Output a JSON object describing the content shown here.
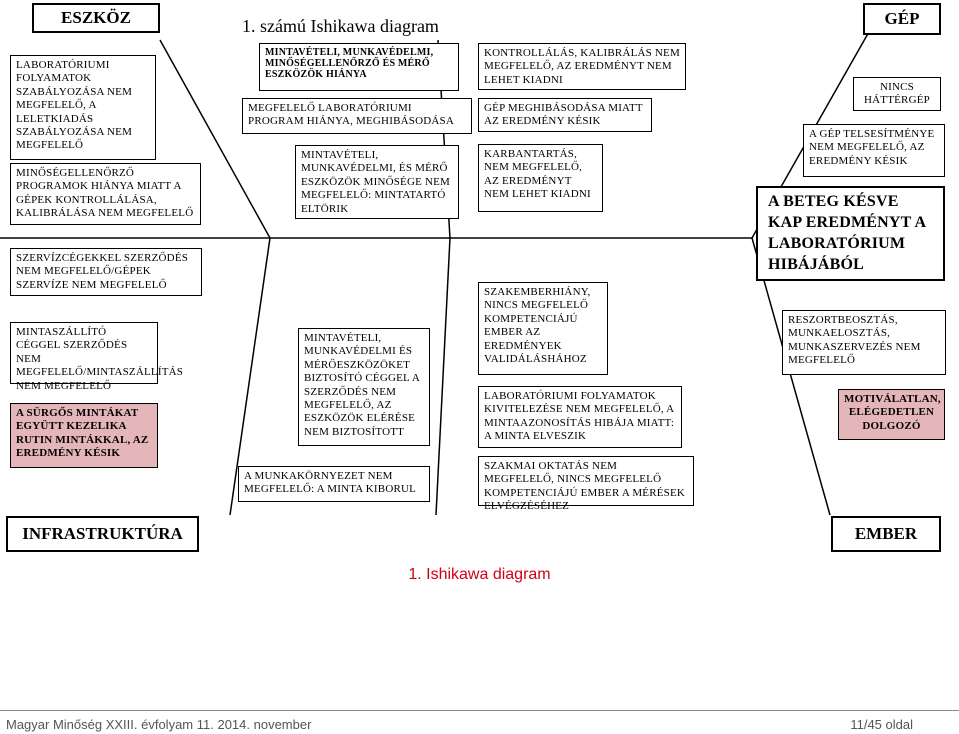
{
  "diagram": {
    "title": "1. számú Ishikawa diagram",
    "caption": "1. Ishikawa diagram",
    "categories": {
      "eszkoz": "ESZKÖZ",
      "gep": "GÉP",
      "infrastruktura": "INFRASTRUKTÚRA",
      "ember": "EMBER"
    },
    "effect": "A BETEG KÉSVE KAP EREDMÉNYT A LABORATÓRIUM HIBÁJÁBÓL",
    "causes": {
      "c1": "LABORATÓRIUMI FOLYAMATOK SZABÁLYOZÁSA NEM MEGFELELŐ, A LELETKIADÁS SZABÁLYOZÁSA NEM MEGFELELŐ",
      "c2": "MINŐSÉGELLENŐRZŐ PROGRAMOK HIÁNYA MIATT A GÉPEK KONTROLLÁLÁSA, KALIBRÁLÁSA NEM MEGFELELŐ",
      "c3": "SZERVÍZCÉGEKKEL SZERZŐDÉS NEM MEGFELELŐ/GÉPEK SZERVÍZE NEM MEGFELELŐ",
      "c4": "MINTASZÁLLÍTÓ CÉGGEL SZERZŐDÉS NEM MEGFELELŐ/MINTASZÁLLÍTÁS NEM MEGFELELŐ",
      "c5": "A SÜRGŐS MINTÁKAT EGYÜTT KEZELIKA RUTIN MINTÁKKAL, AZ EREDMÉNY KÉSIK",
      "c6": "MINTAVÉTELI, MUNKAVÉDELMI, MINŐSÉGELLENŐRZŐ ÉS MÉRŐ ESZKÖZÖK HIÁNYA",
      "c7": "MEGFELELŐ LABORATÓRIUMI PROGRAM HIÁNYA, MEGHIBÁSODÁSA",
      "c8": "MINTAVÉTELI, MUNKAVÉDELMI, ÉS MÉRŐ ESZKÖZÖK MINŐSÉGE NEM MEGFELELŐ: MINTATARTÓ ELTÖRIK",
      "c9": "MINTAVÉTELI, MUNKAVÉDELMI ÉS MÉRŐESZKÖZÖKET BIZTOSÍTÓ CÉGGEL A SZERZŐDÉS NEM MEGFELELŐ, AZ ESZKÖZÖK ELÉRÉSE NEM BIZTOSÍTOTT",
      "c10": "A MUNKAKÖRNYEZET NEM MEGFELELŐ: A MINTA KIBORUL",
      "c11": "KONTROLLÁLÁS, KALIBRÁLÁS NEM MEGFELELŐ, AZ EREDMÉNYT NEM LEHET KIADNI",
      "c12": "GÉP MEGHIBÁSODÁSA MIATT AZ EREDMÉNY KÉSIK",
      "c13": "KARBANTARTÁS, NEM MEGFELELŐ, AZ EREDMÉNYT NEM LEHET KIADNI",
      "c14": "SZAKEMBERHIÁNY, NINCS MEGFELELŐ KOMPETENCIÁJÚ EMBER AZ EREDMÉNYEK VALIDÁLÁSHÁHOZ",
      "c15": "LABORATÓRIUMI FOLYAMATOK KIVITELEZÉSE NEM MEGFELELŐ, A MINTAAZONOSÍTÁS HIBÁJA MIATT: A MINTA ELVESZIK",
      "c16": "SZAKMAI OKTATÁS NEM MEGFELELŐ, NINCS MEGFELELŐ KOMPETENCIÁJÚ EMBER A MÉRÉSEK ELVÉGZÉSÉHEZ",
      "c17": "NINCS HÁTTÉRGÉP",
      "c18": "A GÉP TELSESÍTMÉNYE NEM MEGFELELŐ, AZ EREDMÉNY KÉSIK",
      "c19": "RESZORTBEOSZTÁS, MUNKAELOSZTÁS, MUNKASZERVEZÉS NEM MEGFELELŐ",
      "c20": "MOTIVÁLATLAN, ELÉGEDETLEN DOLGOZÓ"
    },
    "colors": {
      "highlight": "#e5b6b9",
      "caption": "#d1001a"
    }
  },
  "footer": {
    "left": "Magyar Minőség XXIII. évfolyam 11. 2014. november",
    "right": "11/45 oldal"
  }
}
